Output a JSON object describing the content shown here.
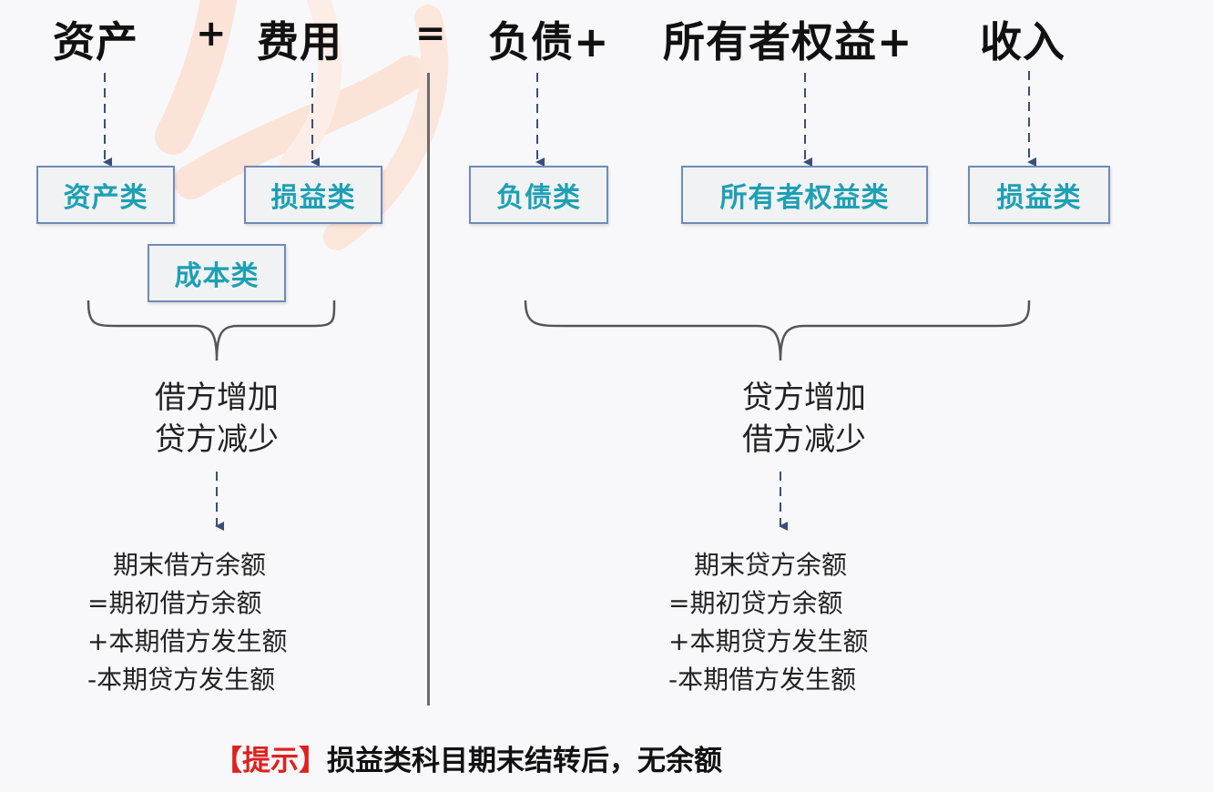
{
  "equation": {
    "terms": [
      "资产",
      "费用",
      "负债+",
      "所有者权益+",
      "收入"
    ],
    "operators": [
      "+",
      "="
    ]
  },
  "categories": {
    "left": [
      "资产类",
      "损益类",
      "成本类"
    ],
    "right": [
      "负债类",
      "所有者权益类",
      "损益类"
    ]
  },
  "rules": {
    "left": [
      "借方增加",
      "贷方减少"
    ],
    "right": [
      "贷方增加",
      "借方减少"
    ]
  },
  "balance_formula": {
    "left": [
      "期末借方余额",
      "=期初借方余额",
      "+本期借方发生额",
      "-本期贷方发生额"
    ],
    "right": [
      "期末贷方余额",
      "=期初贷方余额",
      "+本期贷方发生额",
      "-本期借方发生额"
    ]
  },
  "hint": {
    "tag": "【提示】",
    "text": "损益类科目期末结转后，无余额"
  },
  "colors": {
    "category_text": "#1ea0b4",
    "box_border": "#6f8bb6",
    "arrow": "#3a4e7a",
    "hint_tag": "#e0201e"
  }
}
